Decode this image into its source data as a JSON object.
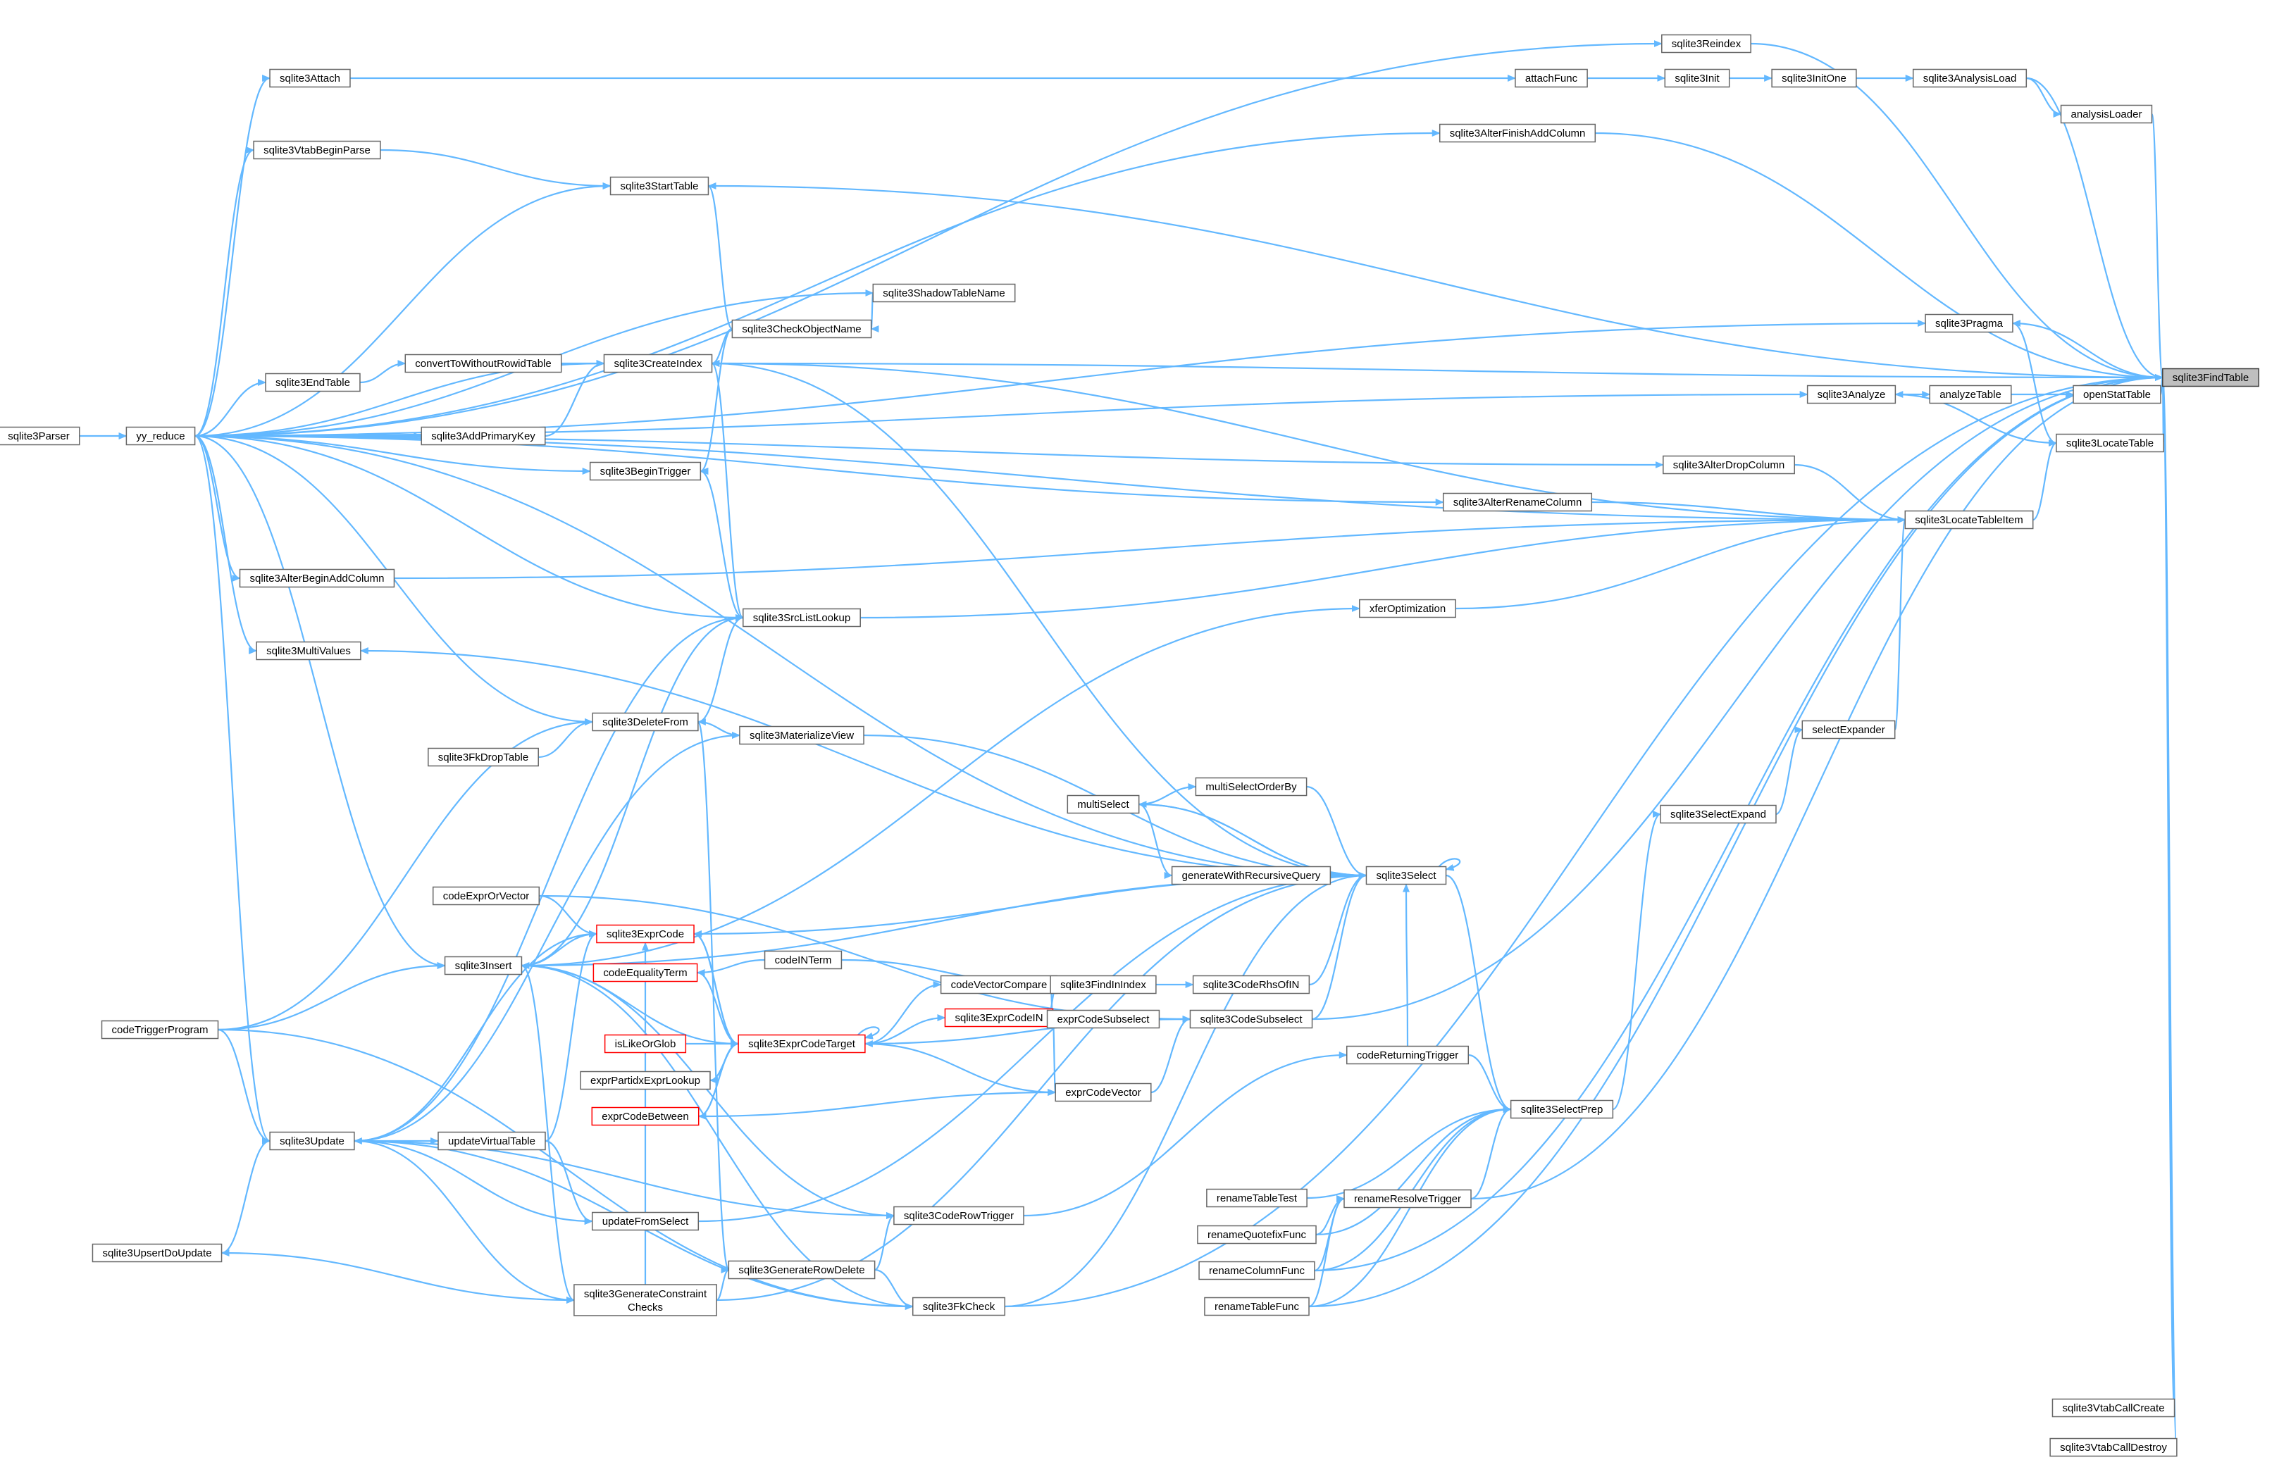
{
  "graph": {
    "root": "sqlite3FindTable",
    "nodes": [
      {
        "id": "sqlite3FindTable",
        "label": "sqlite3FindTable",
        "style": "root"
      },
      {
        "id": "sqlite3Reindex",
        "label": "sqlite3Reindex"
      },
      {
        "id": "sqlite3AnalysisLoad",
        "label": "sqlite3AnalysisLoad"
      },
      {
        "id": "analysisLoader",
        "label": "analysisLoader"
      },
      {
        "id": "sqlite3AlterFinishAddColumn",
        "label": "sqlite3AlterFinishAddColumn"
      },
      {
        "id": "sqlite3StartTable",
        "label": "sqlite3StartTable"
      },
      {
        "id": "sqlite3Pragma",
        "label": "sqlite3Pragma"
      },
      {
        "id": "sqlite3CreateIndex",
        "label": "sqlite3CreateIndex"
      },
      {
        "id": "openStatTable",
        "label": "openStatTable"
      },
      {
        "id": "sqlite3LocateTable",
        "label": "sqlite3LocateTable"
      },
      {
        "id": "sqlite3VtabCallCreate",
        "label": "sqlite3VtabCallCreate"
      },
      {
        "id": "sqlite3VtabCallDestroy",
        "label": "sqlite3VtabCallDestroy"
      },
      {
        "id": "sqlite3Attach",
        "label": "sqlite3Attach"
      },
      {
        "id": "attachFunc",
        "label": "attachFunc"
      },
      {
        "id": "sqlite3Init",
        "label": "sqlite3Init"
      },
      {
        "id": "sqlite3InitOne",
        "label": "sqlite3InitOne"
      },
      {
        "id": "sqlite3VtabBeginParse",
        "label": "sqlite3VtabBeginParse"
      },
      {
        "id": "sqlite3ShadowTableName",
        "label": "sqlite3ShadowTableName"
      },
      {
        "id": "sqlite3CheckObjectName",
        "label": "sqlite3CheckObjectName"
      },
      {
        "id": "convertToWithoutRowidTable",
        "label": "convertToWithoutRowidTable"
      },
      {
        "id": "sqlite3EndTable",
        "label": "sqlite3EndTable"
      },
      {
        "id": "sqlite3Analyze",
        "label": "sqlite3Analyze"
      },
      {
        "id": "analyzeTable",
        "label": "analyzeTable"
      },
      {
        "id": "sqlite3Parser",
        "label": "sqlite3Parser"
      },
      {
        "id": "yy_reduce",
        "label": "yy_reduce"
      },
      {
        "id": "sqlite3AddPrimaryKey",
        "label": "sqlite3AddPrimaryKey"
      },
      {
        "id": "sqlite3AlterDropColumn",
        "label": "sqlite3AlterDropColumn"
      },
      {
        "id": "sqlite3BeginTrigger",
        "label": "sqlite3BeginTrigger"
      },
      {
        "id": "sqlite3AlterRenameColumn",
        "label": "sqlite3AlterRenameColumn"
      },
      {
        "id": "sqlite3LocateTableItem",
        "label": "sqlite3LocateTableItem"
      },
      {
        "id": "sqlite3AlterBeginAddColumn",
        "label": "sqlite3AlterBeginAddColumn"
      },
      {
        "id": "xferOptimization",
        "label": "xferOptimization"
      },
      {
        "id": "sqlite3SrcListLookup",
        "label": "sqlite3SrcListLookup"
      },
      {
        "id": "sqlite3MultiValues",
        "label": "sqlite3MultiValues"
      },
      {
        "id": "sqlite3DeleteFrom",
        "label": "sqlite3DeleteFrom"
      },
      {
        "id": "selectExpander",
        "label": "selectExpander"
      },
      {
        "id": "sqlite3FkDropTable",
        "label": "sqlite3FkDropTable"
      },
      {
        "id": "sqlite3MaterializeView",
        "label": "sqlite3MaterializeView"
      },
      {
        "id": "multiSelectOrderBy",
        "label": "multiSelectOrderBy"
      },
      {
        "id": "multiSelect",
        "label": "multiSelect"
      },
      {
        "id": "sqlite3SelectExpand",
        "label": "sqlite3SelectExpand"
      },
      {
        "id": "generateWithRecursiveQuery",
        "label": "generateWithRecursiveQuery"
      },
      {
        "id": "sqlite3Select",
        "label": "sqlite3Select"
      },
      {
        "id": "codeExprOrVector",
        "label": "codeExprOrVector"
      },
      {
        "id": "sqlite3ExprCode",
        "label": "sqlite3ExprCode",
        "style": "red"
      },
      {
        "id": "codeINTerm",
        "label": "codeINTerm"
      },
      {
        "id": "sqlite3Insert",
        "label": "sqlite3Insert"
      },
      {
        "id": "codeEqualityTerm",
        "label": "codeEqualityTerm",
        "style": "red"
      },
      {
        "id": "codeVectorCompare",
        "label": "codeVectorCompare"
      },
      {
        "id": "sqlite3FindInIndex",
        "label": "sqlite3FindInIndex"
      },
      {
        "id": "sqlite3CodeRhsOfIN",
        "label": "sqlite3CodeRhsOfIN"
      },
      {
        "id": "sqlite3ExprCodeIN",
        "label": "sqlite3ExprCodeIN",
        "style": "red"
      },
      {
        "id": "exprCodeSubselect",
        "label": "exprCodeSubselect"
      },
      {
        "id": "sqlite3CodeSubselect",
        "label": "sqlite3CodeSubselect"
      },
      {
        "id": "codeTriggerProgram",
        "label": "codeTriggerProgram"
      },
      {
        "id": "isLikeOrGlob",
        "label": "isLikeOrGlob",
        "style": "red"
      },
      {
        "id": "sqlite3ExprCodeTarget",
        "label": "sqlite3ExprCodeTarget",
        "style": "red"
      },
      {
        "id": "exprPartidxExprLookup",
        "label": "exprPartidxExprLookup"
      },
      {
        "id": "exprCodeVector",
        "label": "exprCodeVector"
      },
      {
        "id": "exprCodeBetween",
        "label": "exprCodeBetween",
        "style": "red"
      },
      {
        "id": "codeReturningTrigger",
        "label": "codeReturningTrigger"
      },
      {
        "id": "sqlite3Update",
        "label": "sqlite3Update"
      },
      {
        "id": "updateVirtualTable",
        "label": "updateVirtualTable"
      },
      {
        "id": "sqlite3SelectPrep",
        "label": "sqlite3SelectPrep"
      },
      {
        "id": "renameTableTest",
        "label": "renameTableTest"
      },
      {
        "id": "renameResolveTrigger",
        "label": "renameResolveTrigger"
      },
      {
        "id": "updateFromSelect",
        "label": "updateFromSelect"
      },
      {
        "id": "sqlite3CodeRowTrigger",
        "label": "sqlite3CodeRowTrigger"
      },
      {
        "id": "renameQuotefixFunc",
        "label": "renameQuotefixFunc"
      },
      {
        "id": "sqlite3UpsertDoUpdate",
        "label": "sqlite3UpsertDoUpdate"
      },
      {
        "id": "sqlite3GenerateRowDelete",
        "label": "sqlite3GenerateRowDelete"
      },
      {
        "id": "renameColumnFunc",
        "label": "renameColumnFunc"
      },
      {
        "id": "sqlite3GenerateConstraintChecks",
        "label": "sqlite3GenerateConstraint",
        "label2": "Checks"
      },
      {
        "id": "sqlite3FkCheck",
        "label": "sqlite3FkCheck"
      },
      {
        "id": "renameTableFunc",
        "label": "renameTableFunc"
      }
    ],
    "edges": [
      [
        "sqlite3Reindex",
        "sqlite3FindTable"
      ],
      [
        "sqlite3AnalysisLoad",
        "sqlite3FindTable"
      ],
      [
        "analysisLoader",
        "sqlite3FindTable"
      ],
      [
        "sqlite3AlterFinishAddColumn",
        "sqlite3FindTable"
      ],
      [
        "sqlite3StartTable",
        "sqlite3FindTable"
      ],
      [
        "sqlite3Pragma",
        "sqlite3FindTable"
      ],
      [
        "sqlite3CreateIndex",
        "sqlite3FindTable"
      ],
      [
        "openStatTable",
        "sqlite3FindTable"
      ],
      [
        "sqlite3LocateTable",
        "sqlite3FindTable"
      ],
      [
        "sqlite3VtabCallCreate",
        "sqlite3FindTable"
      ],
      [
        "sqlite3VtabCallDestroy",
        "sqlite3FindTable"
      ],
      [
        "renameResolveTrigger",
        "sqlite3FindTable"
      ],
      [
        "renameColumnFunc",
        "sqlite3FindTable"
      ],
      [
        "renameTableFunc",
        "sqlite3FindTable"
      ],
      [
        "sqlite3FkCheck",
        "sqlite3FindTable"
      ],
      [
        "sqlite3CodeSubselect",
        "sqlite3FindTable"
      ],
      [
        "sqlite3AnalysisLoad",
        "analysisLoader"
      ],
      [
        "sqlite3InitOne",
        "sqlite3AnalysisLoad"
      ],
      [
        "sqlite3Init",
        "sqlite3InitOne"
      ],
      [
        "attachFunc",
        "sqlite3Init"
      ],
      [
        "sqlite3Attach",
        "attachFunc"
      ],
      [
        "yy_reduce",
        "sqlite3Attach"
      ],
      [
        "yy_reduce",
        "sqlite3Reindex"
      ],
      [
        "yy_reduce",
        "sqlite3AlterFinishAddColumn"
      ],
      [
        "yy_reduce",
        "sqlite3VtabBeginParse"
      ],
      [
        "sqlite3VtabBeginParse",
        "sqlite3StartTable"
      ],
      [
        "yy_reduce",
        "sqlite3StartTable"
      ],
      [
        "yy_reduce",
        "sqlite3Pragma"
      ],
      [
        "yy_reduce",
        "sqlite3ShadowTableName"
      ],
      [
        "sqlite3ShadowTableName",
        "sqlite3CheckObjectName"
      ],
      [
        "sqlite3CheckObjectName",
        "sqlite3StartTable"
      ],
      [
        "sqlite3CheckObjectName",
        "sqlite3CreateIndex"
      ],
      [
        "sqlite3CheckObjectName",
        "sqlite3BeginTrigger"
      ],
      [
        "yy_reduce",
        "sqlite3CreateIndex"
      ],
      [
        "convertToWithoutRowidTable",
        "sqlite3CreateIndex"
      ],
      [
        "sqlite3AddPrimaryKey",
        "sqlite3CreateIndex"
      ],
      [
        "sqlite3EndTable",
        "convertToWithoutRowidTable"
      ],
      [
        "yy_reduce",
        "sqlite3EndTable"
      ],
      [
        "sqlite3Parser",
        "yy_reduce"
      ],
      [
        "yy_reduce",
        "sqlite3Analyze"
      ],
      [
        "sqlite3Analyze",
        "analyzeTable"
      ],
      [
        "analyzeTable",
        "openStatTable"
      ],
      [
        "sqlite3LocateTable",
        "sqlite3Analyze"
      ],
      [
        "sqlite3LocateTable",
        "sqlite3Pragma"
      ],
      [
        "sqlite3LocateTableItem",
        "sqlite3LocateTable"
      ],
      [
        "yy_reduce",
        "sqlite3AddPrimaryKey"
      ],
      [
        "yy_reduce",
        "sqlite3BeginTrigger"
      ],
      [
        "yy_reduce",
        "sqlite3AlterDropColumn"
      ],
      [
        "sqlite3AlterDropColumn",
        "sqlite3LocateTableItem"
      ],
      [
        "yy_reduce",
        "sqlite3AlterRenameColumn"
      ],
      [
        "sqlite3AlterRenameColumn",
        "sqlite3LocateTableItem"
      ],
      [
        "yy_reduce",
        "sqlite3LocateTableItem"
      ],
      [
        "sqlite3AlterBeginAddColumn",
        "sqlite3LocateTableItem"
      ],
      [
        "yy_reduce",
        "sqlite3AlterBeginAddColumn"
      ],
      [
        "sqlite3CreateIndex",
        "sqlite3LocateTableItem"
      ],
      [
        "sqlite3SrcListLookup",
        "sqlite3LocateTableItem"
      ],
      [
        "xferOptimization",
        "sqlite3LocateTableItem"
      ],
      [
        "selectExpander",
        "sqlite3LocateTableItem"
      ],
      [
        "sqlite3SelectExpand",
        "selectExpander"
      ],
      [
        "sqlite3SelectPrep",
        "sqlite3SelectExpand"
      ],
      [
        "sqlite3SrcListLookup",
        "sqlite3CreateIndex"
      ],
      [
        "sqlite3SrcListLookup",
        "sqlite3BeginTrigger"
      ],
      [
        "sqlite3Insert",
        "xferOptimization"
      ],
      [
        "yy_reduce",
        "sqlite3SrcListLookup"
      ],
      [
        "sqlite3DeleteFrom",
        "sqlite3SrcListLookup"
      ],
      [
        "sqlite3Insert",
        "sqlite3SrcListLookup"
      ],
      [
        "sqlite3Update",
        "sqlite3SrcListLookup"
      ],
      [
        "yy_reduce",
        "sqlite3MultiValues"
      ],
      [
        "sqlite3Select",
        "sqlite3MultiValues"
      ],
      [
        "yy_reduce",
        "sqlite3DeleteFrom"
      ],
      [
        "sqlite3FkDropTable",
        "sqlite3DeleteFrom"
      ],
      [
        "codeTriggerProgram",
        "sqlite3DeleteFrom"
      ],
      [
        "sqlite3DeleteFrom",
        "sqlite3MaterializeView"
      ],
      [
        "sqlite3Update",
        "sqlite3MaterializeView"
      ],
      [
        "sqlite3MaterializeView",
        "sqlite3Select"
      ],
      [
        "multiSelect",
        "multiSelectOrderBy"
      ],
      [
        "multiSelectOrderBy",
        "sqlite3Select"
      ],
      [
        "multiSelect",
        "sqlite3Select"
      ],
      [
        "sqlite3Select",
        "multiSelect"
      ],
      [
        "multiSelect",
        "generateWithRecursiveQuery"
      ],
      [
        "generateWithRecursiveQuery",
        "sqlite3Select"
      ],
      [
        "sqlite3Select",
        "sqlite3Select"
      ],
      [
        "sqlite3Select",
        "sqlite3CreateIndex"
      ],
      [
        "sqlite3Select",
        "sqlite3ExprCode"
      ],
      [
        "yy_reduce",
        "sqlite3Select"
      ],
      [
        "sqlite3Insert",
        "sqlite3Select"
      ],
      [
        "sqlite3Select",
        "sqlite3SelectPrep"
      ],
      [
        "codeExprOrVector",
        "sqlite3ExprCode"
      ],
      [
        "codeExprOrVector",
        "sqlite3CodeSubselect"
      ],
      [
        "sqlite3ExprCode",
        "sqlite3ExprCodeTarget"
      ],
      [
        "sqlite3ExprCodeTarget",
        "sqlite3ExprCode"
      ],
      [
        "sqlite3Insert",
        "sqlite3ExprCode"
      ],
      [
        "sqlite3Update",
        "sqlite3ExprCode"
      ],
      [
        "sqlite3GenerateConstraintChecks",
        "sqlite3ExprCode"
      ],
      [
        "codeINTerm",
        "codeEqualityTerm"
      ],
      [
        "codeINTerm",
        "sqlite3FindInIndex"
      ],
      [
        "codeEqualityTerm",
        "sqlite3ExprCodeTarget"
      ],
      [
        "yy_reduce",
        "sqlite3Insert"
      ],
      [
        "codeTriggerProgram",
        "sqlite3Insert"
      ],
      [
        "sqlite3Insert",
        "sqlite3ExprCodeTarget"
      ],
      [
        "sqlite3ExprCodeTarget",
        "codeVectorCompare"
      ],
      [
        "codeVectorCompare",
        "sqlite3FindInIndex"
      ],
      [
        "sqlite3FindInIndex",
        "sqlite3CodeRhsOfIN"
      ],
      [
        "sqlite3CodeRhsOfIN",
        "sqlite3Select"
      ],
      [
        "sqlite3ExprCodeIN",
        "sqlite3FindInIndex"
      ],
      [
        "sqlite3ExprCodeTarget",
        "sqlite3ExprCodeIN"
      ],
      [
        "sqlite3ExprCodeIN",
        "exprCodeVector"
      ],
      [
        "exprCodeSubselect",
        "sqlite3CodeSubselect"
      ],
      [
        "codeVectorCompare",
        "exprCodeSubselect"
      ],
      [
        "sqlite3CodeSubselect",
        "sqlite3Select"
      ],
      [
        "sqlite3ExprCodeTarget",
        "sqlite3CodeSubselect"
      ],
      [
        "exprCodeVector",
        "sqlite3CodeSubselect"
      ],
      [
        "codeTriggerProgram",
        "sqlite3Update"
      ],
      [
        "isLikeOrGlob",
        "sqlite3ExprCodeTarget"
      ],
      [
        "sqlite3ExprCodeTarget",
        "sqlite3ExprCodeTarget"
      ],
      [
        "exprPartidxExprLookup",
        "sqlite3ExprCodeTarget"
      ],
      [
        "sqlite3ExprCodeTarget",
        "exprPartidxExprLookup"
      ],
      [
        "exprCodeBetween",
        "sqlite3ExprCodeTarget"
      ],
      [
        "sqlite3ExprCodeTarget",
        "exprCodeBetween"
      ],
      [
        "exprCodeVector",
        "sqlite3ExprCodeTarget"
      ],
      [
        "exprCodeBetween",
        "exprCodeVector"
      ],
      [
        "codeReturningTrigger",
        "sqlite3Select"
      ],
      [
        "codeReturningTrigger",
        "sqlite3SelectPrep"
      ],
      [
        "sqlite3CodeRowTrigger",
        "codeReturningTrigger"
      ],
      [
        "yy_reduce",
        "sqlite3Update"
      ],
      [
        "sqlite3UpsertDoUpdate",
        "sqlite3Update"
      ],
      [
        "sqlite3Update",
        "updateVirtualTable"
      ],
      [
        "updateVirtualTable",
        "sqlite3ExprCode"
      ],
      [
        "updateVirtualTable",
        "updateFromSelect"
      ],
      [
        "sqlite3Update",
        "updateFromSelect"
      ],
      [
        "updateFromSelect",
        "sqlite3Select"
      ],
      [
        "renameTableTest",
        "sqlite3SelectPrep"
      ],
      [
        "renameResolveTrigger",
        "sqlite3SelectPrep"
      ],
      [
        "renameQuotefixFunc",
        "sqlite3SelectPrep"
      ],
      [
        "renameColumnFunc",
        "sqlite3SelectPrep"
      ],
      [
        "renameTableFunc",
        "sqlite3SelectPrep"
      ],
      [
        "renameQuotefixFunc",
        "renameResolveTrigger"
      ],
      [
        "renameColumnFunc",
        "renameResolveTrigger"
      ],
      [
        "renameTableFunc",
        "renameResolveTrigger"
      ],
      [
        "sqlite3Update",
        "sqlite3CodeRowTrigger"
      ],
      [
        "sqlite3Insert",
        "sqlite3CodeRowTrigger"
      ],
      [
        "sqlite3GenerateRowDelete",
        "sqlite3CodeRowTrigger"
      ],
      [
        "sqlite3GenerateConstraintChecks",
        "sqlite3GenerateRowDelete"
      ],
      [
        "sqlite3GenerateRowDelete",
        "sqlite3DeleteFrom"
      ],
      [
        "sqlite3GenerateRowDelete",
        "sqlite3FkCheck"
      ],
      [
        "sqlite3GenerateConstraintChecks",
        "sqlite3UpsertDoUpdate"
      ],
      [
        "sqlite3Update",
        "sqlite3GenerateConstraintChecks"
      ],
      [
        "sqlite3Insert",
        "sqlite3GenerateConstraintChecks"
      ],
      [
        "sqlite3GenerateConstraintChecks",
        "sqlite3Select"
      ],
      [
        "sqlite3FkCheck",
        "sqlite3Update"
      ],
      [
        "sqlite3FkCheck",
        "sqlite3Insert"
      ],
      [
        "sqlite3FkCheck",
        "sqlite3Select"
      ],
      [
        "codeTriggerProgram",
        "sqlite3FkCheck"
      ]
    ]
  }
}
